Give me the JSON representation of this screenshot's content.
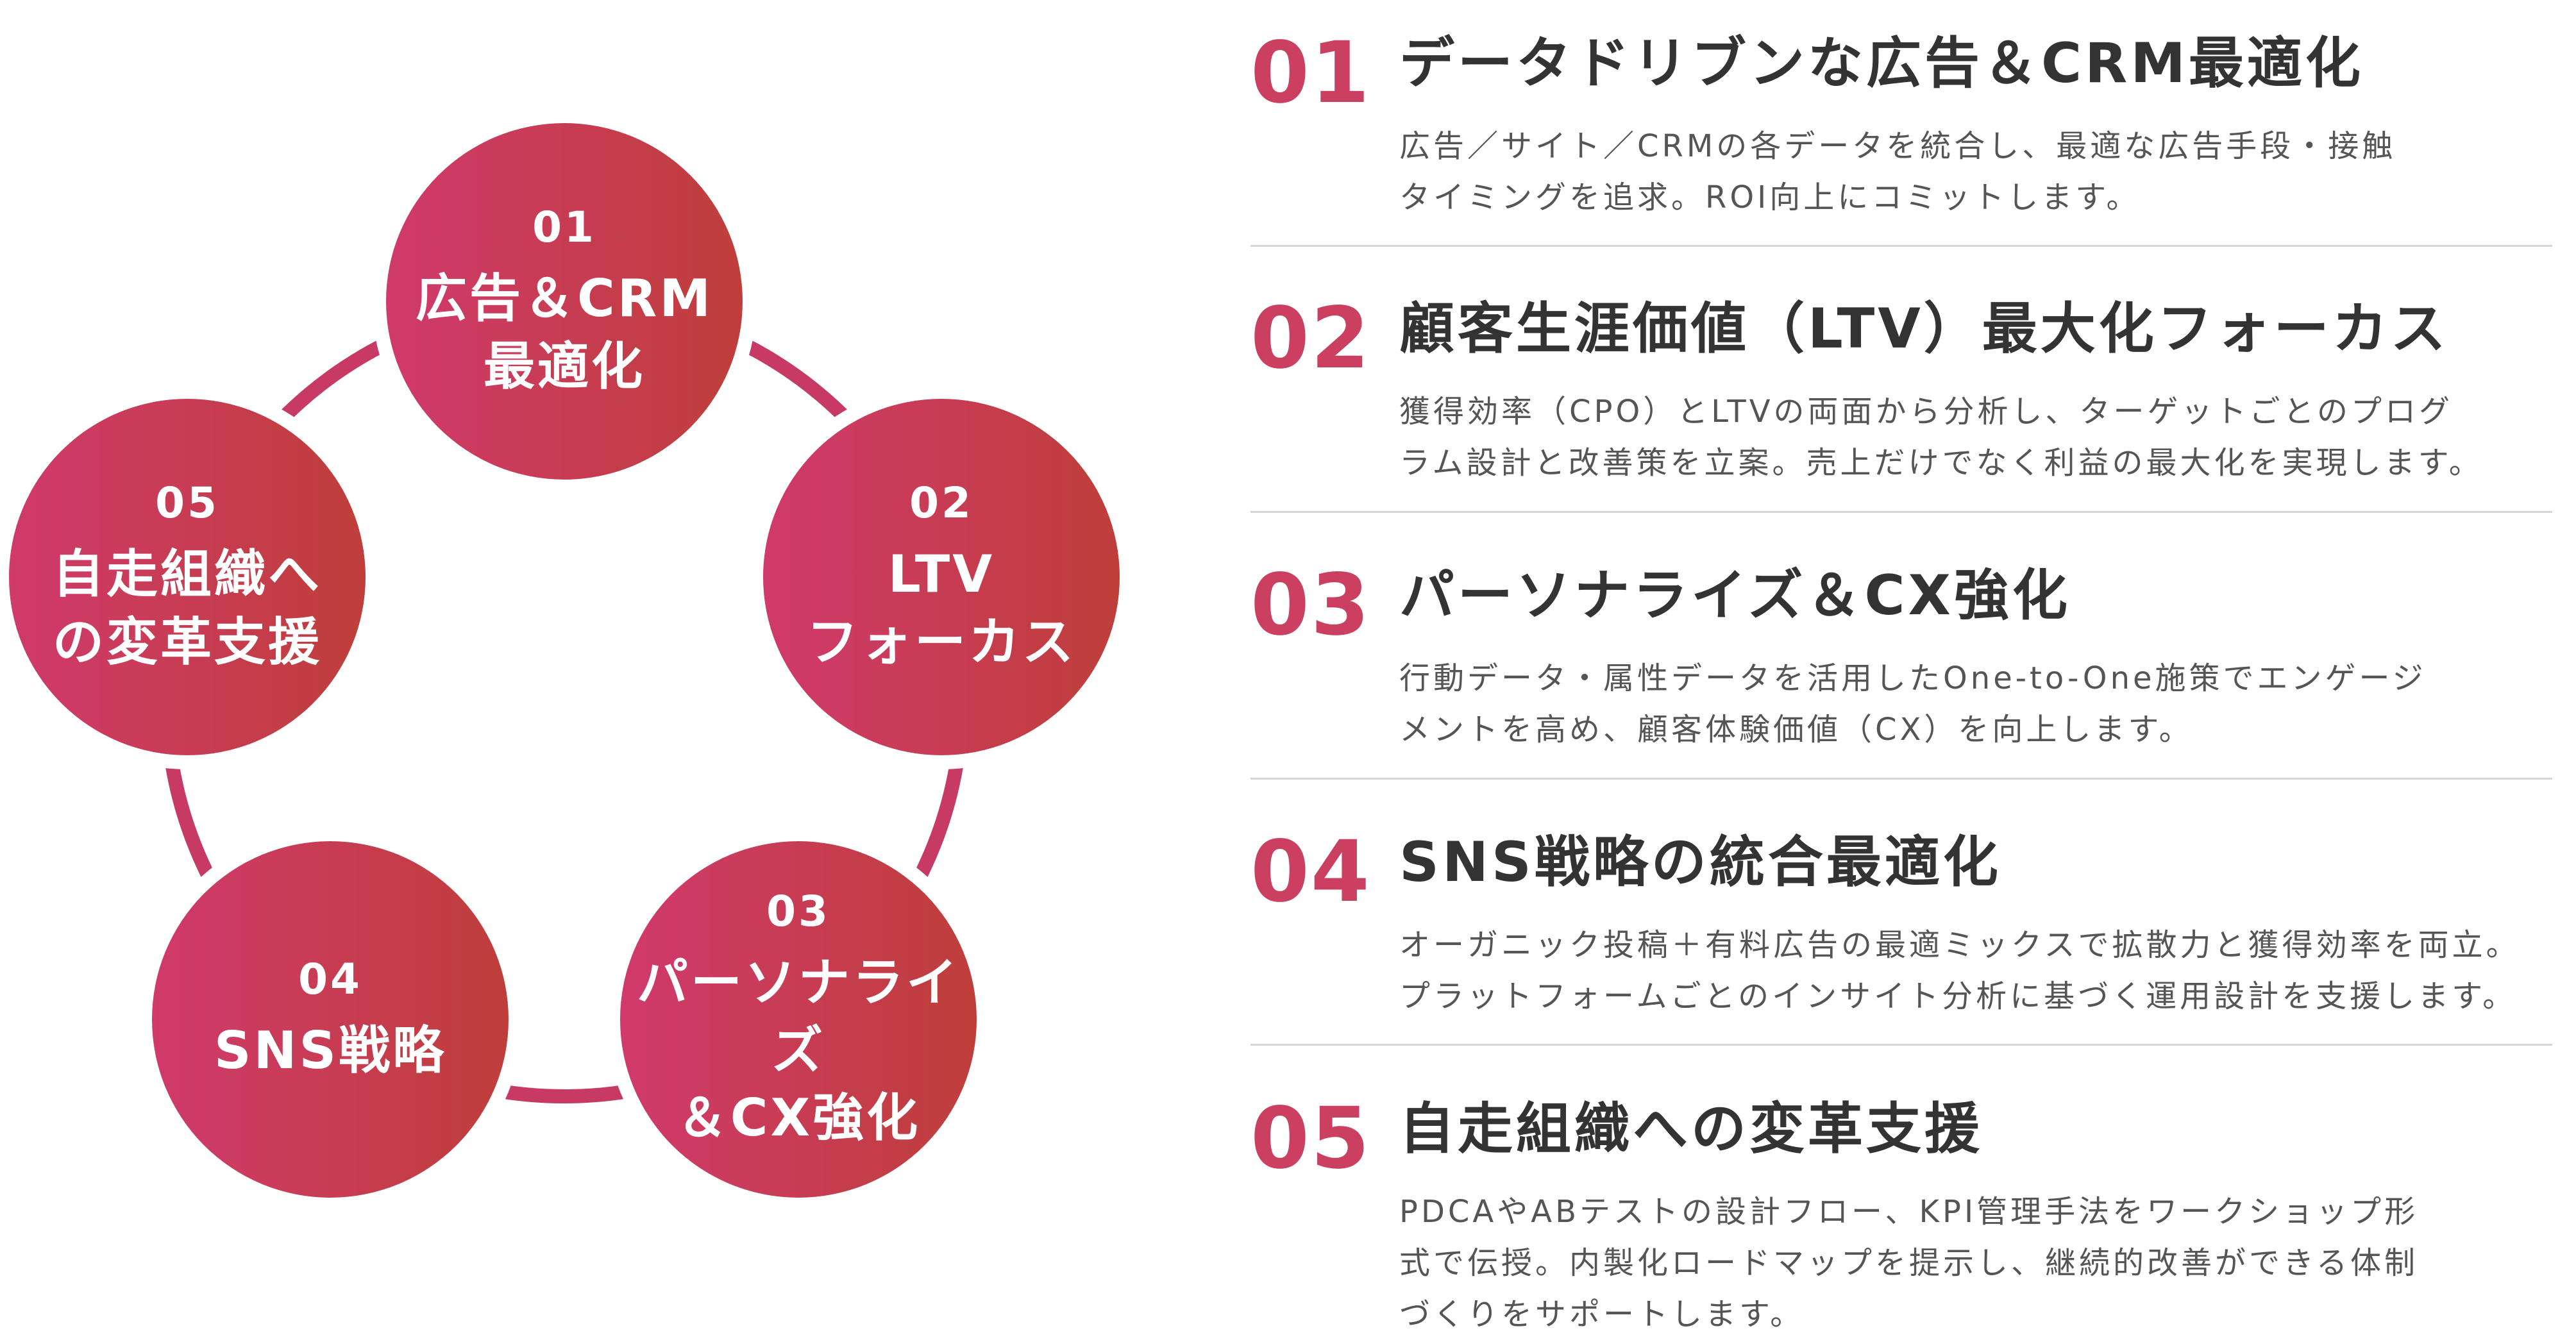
{
  "theme": {
    "gradient_start": "#d03a6c",
    "gradient_end": "#bf3e3a",
    "ring_color": "#c73a64",
    "number_color": "#cb3f61",
    "divider_color": "#d6d6d6"
  },
  "cycle": {
    "nodes": [
      {
        "number": "01",
        "label": "広告＆CRM\n最適化"
      },
      {
        "number": "02",
        "label": "LTV\nフォーカス"
      },
      {
        "number": "03",
        "label": "パーソナライズ\n＆CX強化"
      },
      {
        "number": "04",
        "label": "SNS戦略"
      },
      {
        "number": "05",
        "label": "自走組織へ\nの変革支援"
      }
    ]
  },
  "features": [
    {
      "number": "01",
      "title": "データドリブンな広告＆CRM最適化",
      "description": "広告／サイト／CRMの各データを統合し、最適な広告手段・接触\nタイミングを追求。ROI向上にコミットします。"
    },
    {
      "number": "02",
      "title": "顧客生涯価値（LTV）最大化フォーカス",
      "description": "獲得効率（CPO）とLTVの両面から分析し、ターゲットごとのプログ\nラム設計と改善策を立案。売上だけでなく利益の最大化を実現します。"
    },
    {
      "number": "03",
      "title": "パーソナライズ＆CX強化",
      "description": "行動データ・属性データを活用したOne-to-One施策でエンゲージ\nメントを高め、顧客体験価値（CX）を向上します。"
    },
    {
      "number": "04",
      "title": "SNS戦略の統合最適化",
      "description": "オーガニック投稿＋有料広告の最適ミックスで拡散力と獲得効率を両立。\nプラットフォームごとのインサイト分析に基づく運用設計を支援します。"
    },
    {
      "number": "05",
      "title": "自走組織への変革支援",
      "description": "PDCAやABテストの設計フロー、KPI管理手法をワークショップ形\n式で伝授。内製化ロードマップを提示し、継続的改善ができる体制\nづくりをサポートします。"
    }
  ]
}
